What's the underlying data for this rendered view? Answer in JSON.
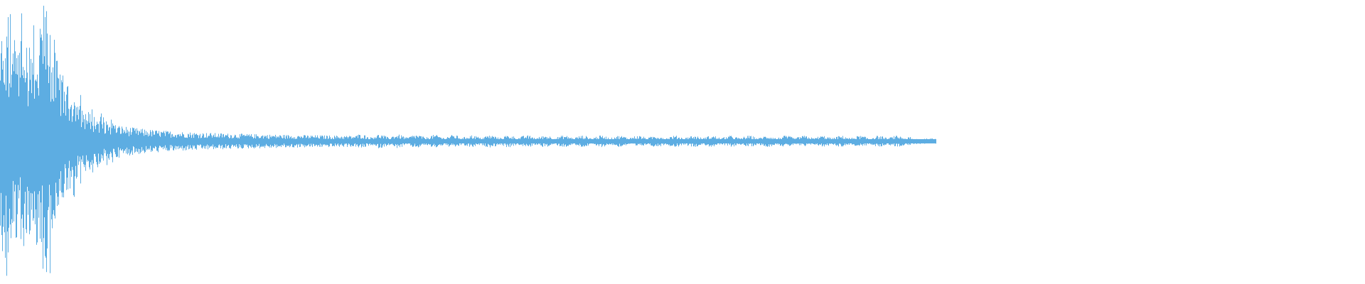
{
  "chart_data": {
    "type": "area",
    "title": "",
    "xlabel": "",
    "ylabel": "",
    "grid": false,
    "legend": "none",
    "description_kind": "audio waveform (decaying percussive sound followed by a low-level periodic tail, then silence)",
    "series": [
      {
        "color": "#5DADE2"
      }
    ]
  },
  "colors": {
    "waveform": "#5DADE2",
    "background": "#FFFFFF"
  }
}
